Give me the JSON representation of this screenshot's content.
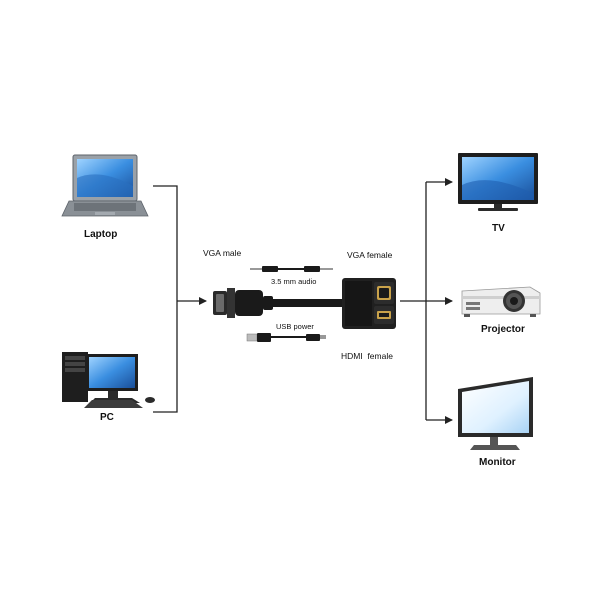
{
  "sources": {
    "laptop": "Laptop",
    "pc": "PC"
  },
  "adapter": {
    "vga_male": "VGA male",
    "vga_female": "VGA female",
    "audio": "3.5 mm audio",
    "usb_power": "USB power",
    "hdmi_female": "HDMI  female"
  },
  "outputs": {
    "tv": "TV",
    "projector": "Projector",
    "monitor": "Monitor"
  },
  "colors": {
    "line": "#222222",
    "device_dark": "#1e1e1e",
    "device_mid": "#3c3c3c",
    "screen_blue": "#3a8ee0",
    "screen_light": "#cfeaff",
    "laptop_body": "#8a9096"
  },
  "icons": [
    "laptop-icon",
    "pc-icon",
    "vga-cable-icon",
    "audio-cable-icon",
    "usb-cable-icon",
    "adapter-icon",
    "tv-icon",
    "projector-icon",
    "monitor-icon"
  ]
}
